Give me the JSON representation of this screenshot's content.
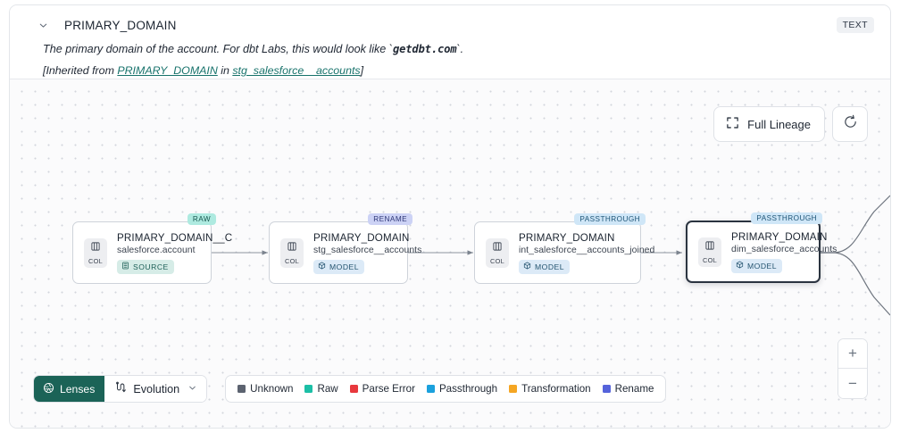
{
  "header": {
    "chevron_icon": "chevron-down-icon",
    "column_name": "PRIMARY_DOMAIN",
    "type_badge": "TEXT",
    "description_prefix": "The primary domain of the account. For dbt Labs, this would look like `",
    "description_code": "getdbt.com",
    "description_suffix": "`.",
    "inherited_prefix": "[Inherited from ",
    "inherited_link": "PRIMARY_DOMAIN",
    "inherited_middle": " in ",
    "inherited_source": "stg_salesforce__accounts",
    "inherited_suffix": "]"
  },
  "canvas": {
    "full_lineage_label": "Full Lineage",
    "full_lineage_icon": "expand-icon",
    "refresh_icon": "refresh-icon",
    "zoom_in_label": "+",
    "zoom_out_label": "−"
  },
  "nodes": [
    {
      "badge": "RAW",
      "badge_kind": "raw",
      "col_label": "COL",
      "title": "PRIMARY_DOMAIN__C",
      "subtitle": "salesforce.account",
      "tag": "SOURCE",
      "tag_kind": "source",
      "tag_icon": "table-icon",
      "selected": false
    },
    {
      "badge": "RENAME",
      "badge_kind": "rename",
      "col_label": "COL",
      "title": "PRIMARY_DOMAIN",
      "subtitle": "stg_salesforce__accounts",
      "tag": "MODEL",
      "tag_kind": "model",
      "tag_icon": "cube-icon",
      "selected": false
    },
    {
      "badge": "PASSTHROUGH",
      "badge_kind": "passthrough",
      "col_label": "COL",
      "title": "PRIMARY_DOMAIN",
      "subtitle": "int_salesforce__accounts_joined",
      "tag": "MODEL",
      "tag_kind": "model",
      "tag_icon": "cube-icon",
      "selected": false
    },
    {
      "badge": "PASSTHROUGH",
      "badge_kind": "passthrough",
      "col_label": "COL",
      "title": "PRIMARY_DOMAIN",
      "subtitle": "dim_salesforce_accounts",
      "tag": "MODEL",
      "tag_kind": "model",
      "tag_icon": "cube-icon",
      "selected": true
    }
  ],
  "toolbar": {
    "lenses_label": "Lenses",
    "lenses_icon": "aperture-icon",
    "evolution_label": "Evolution",
    "evolution_icon": "evolution-icon",
    "evolution_caret": "∨"
  },
  "legend": [
    {
      "label": "Unknown",
      "color": "#5c6370"
    },
    {
      "label": "Raw",
      "color": "#1cbfa6"
    },
    {
      "label": "Parse Error",
      "color": "#e8383d"
    },
    {
      "label": "Passthrough",
      "color": "#1ba1dd"
    },
    {
      "label": "Transformation",
      "color": "#f5a623"
    },
    {
      "label": "Rename",
      "color": "#5563db"
    }
  ]
}
